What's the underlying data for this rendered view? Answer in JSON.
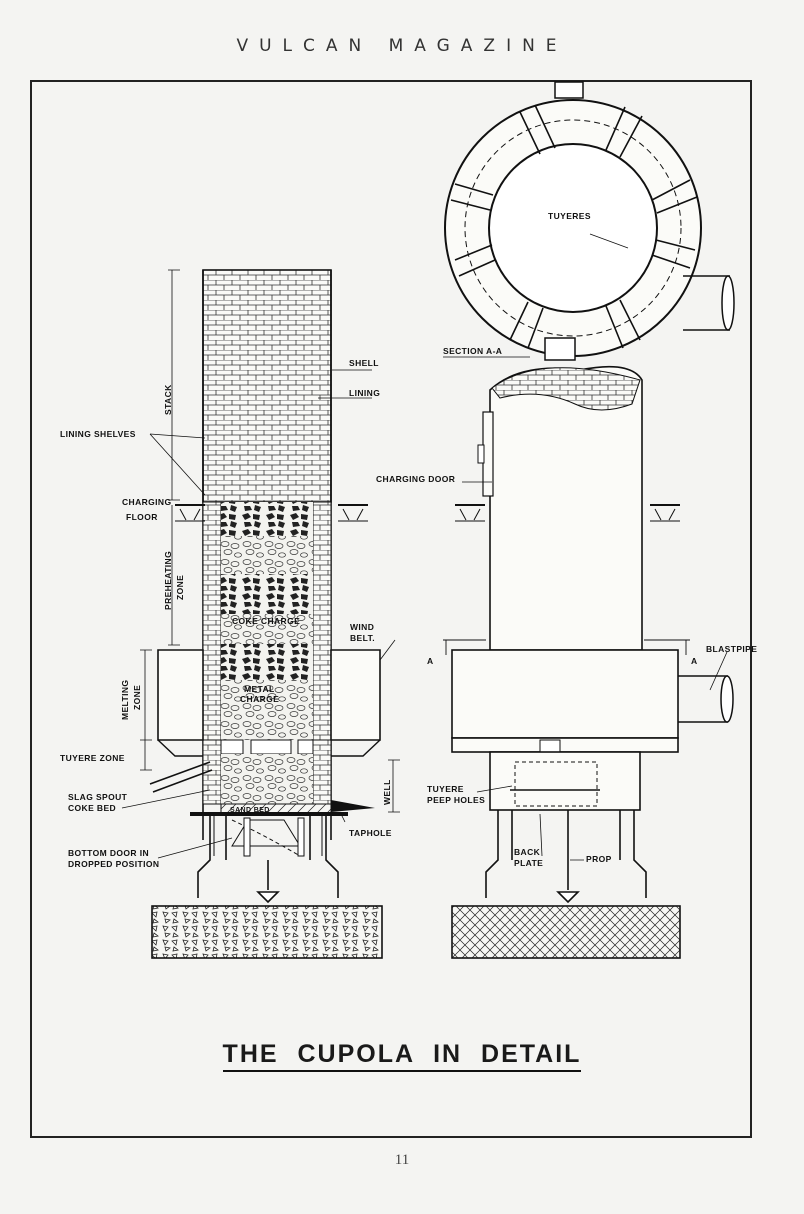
{
  "header": {
    "magazine": "VULCAN MAGAZINE"
  },
  "title": "THE CUPOLA IN DETAIL",
  "page_number": "11",
  "labels": {
    "tuyeres": "TUYERES",
    "section_aa": "SECTION A-A",
    "shell": "SHELL",
    "lining": "LINING",
    "stack": "STACK",
    "lining_shelves": "LINING SHELVES",
    "charging_floor_1": "CHARGING",
    "charging_floor_2": "FLOOR",
    "charging_door": "CHARGING DOOR",
    "preheating_zone_1": "PREHEATING",
    "preheating_zone_2": "ZONE",
    "coke_charge": "COKE CHARGE",
    "wind_belt_1": "WIND",
    "wind_belt_2": "BELT.",
    "melting_zone_1": "MELTING",
    "melting_zone_2": "ZONE",
    "metal_charge_1": "METAL",
    "metal_charge_2": "CHARGE",
    "section_mark_a": "A",
    "blastpipe": "BLASTPIPE",
    "tuyere_zone": "TUYERE ZONE",
    "well": "WELL",
    "tuyere_peep_holes_1": "TUYERE",
    "tuyere_peep_holes_2": "PEEP HOLES",
    "slag_spout": "SLAG SPOUT",
    "coke_bed": "COKE BED",
    "sand_bed": "SAND BED",
    "taphole": "TAPHOLE",
    "bottom_door_1": "BOTTOM DOOR IN",
    "bottom_door_2": "DROPPED POSITION",
    "back_plate_1": "BACK",
    "back_plate_2": "PLATE",
    "prop": "PROP"
  }
}
